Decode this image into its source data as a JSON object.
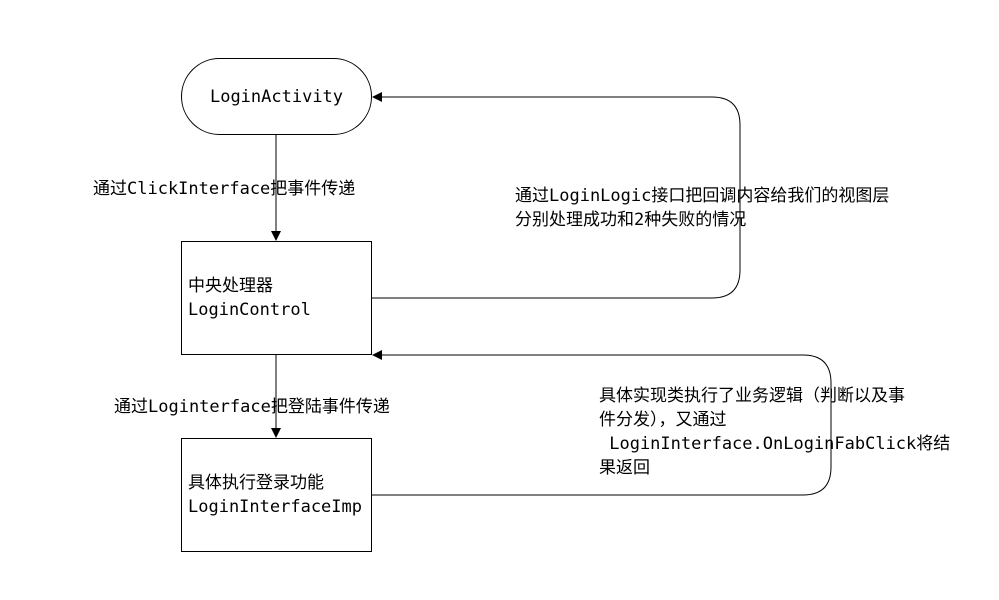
{
  "nodes": {
    "activity": {
      "label": "LoginActivity"
    },
    "control": {
      "line1": "中央处理器",
      "line2": "LoginControl"
    },
    "impl": {
      "line1": "具体执行登录功能",
      "line2": "LoginInterfaceImp"
    }
  },
  "edges": {
    "activity_to_control": {
      "label": "通过ClickInterface把事件传递"
    },
    "control_to_impl": {
      "label": "通过Loginterface把登陆事件传递"
    },
    "control_to_activity": {
      "line1": "通过LoginLogic接口把回调内容给我们的视图层",
      "line2": "分别处理成功和2种失败的情况"
    },
    "impl_to_control": {
      "line1": "具体实现类执行了业务逻辑（判断以及事",
      "line2": "件分发），又通过",
      "line3": " LoginInterface.OnLoginFabClick将结",
      "line4": "果返回"
    }
  },
  "colors": {
    "stroke": "#000000",
    "background": "#ffffff"
  }
}
